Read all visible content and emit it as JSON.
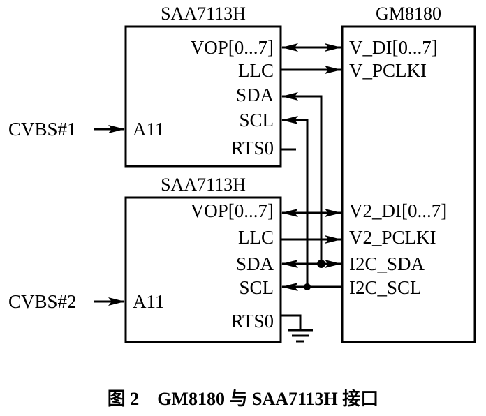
{
  "chips": {
    "saa1": {
      "title": "SAA7113H",
      "pins": [
        "VOP[0...7]",
        "LLC",
        "SDA",
        "SCL",
        "RTS0"
      ],
      "input_pin": "A11",
      "input_signal": "CVBS#1"
    },
    "saa2": {
      "title": "SAA7113H",
      "pins": [
        "VOP[0...7]",
        "LLC",
        "SDA",
        "SCL",
        "RTS0"
      ],
      "input_pin": "A11",
      "input_signal": "CVBS#2"
    },
    "gm": {
      "title": "GM8180",
      "pins": [
        "V_DI[0...7]",
        "V_PCLKI",
        "V2_DI[0...7]",
        "V2_PCLKI",
        "I2C_SDA",
        "I2C_SCL"
      ]
    }
  },
  "caption": "图 2　GM8180 与 SAA7113H 接口"
}
